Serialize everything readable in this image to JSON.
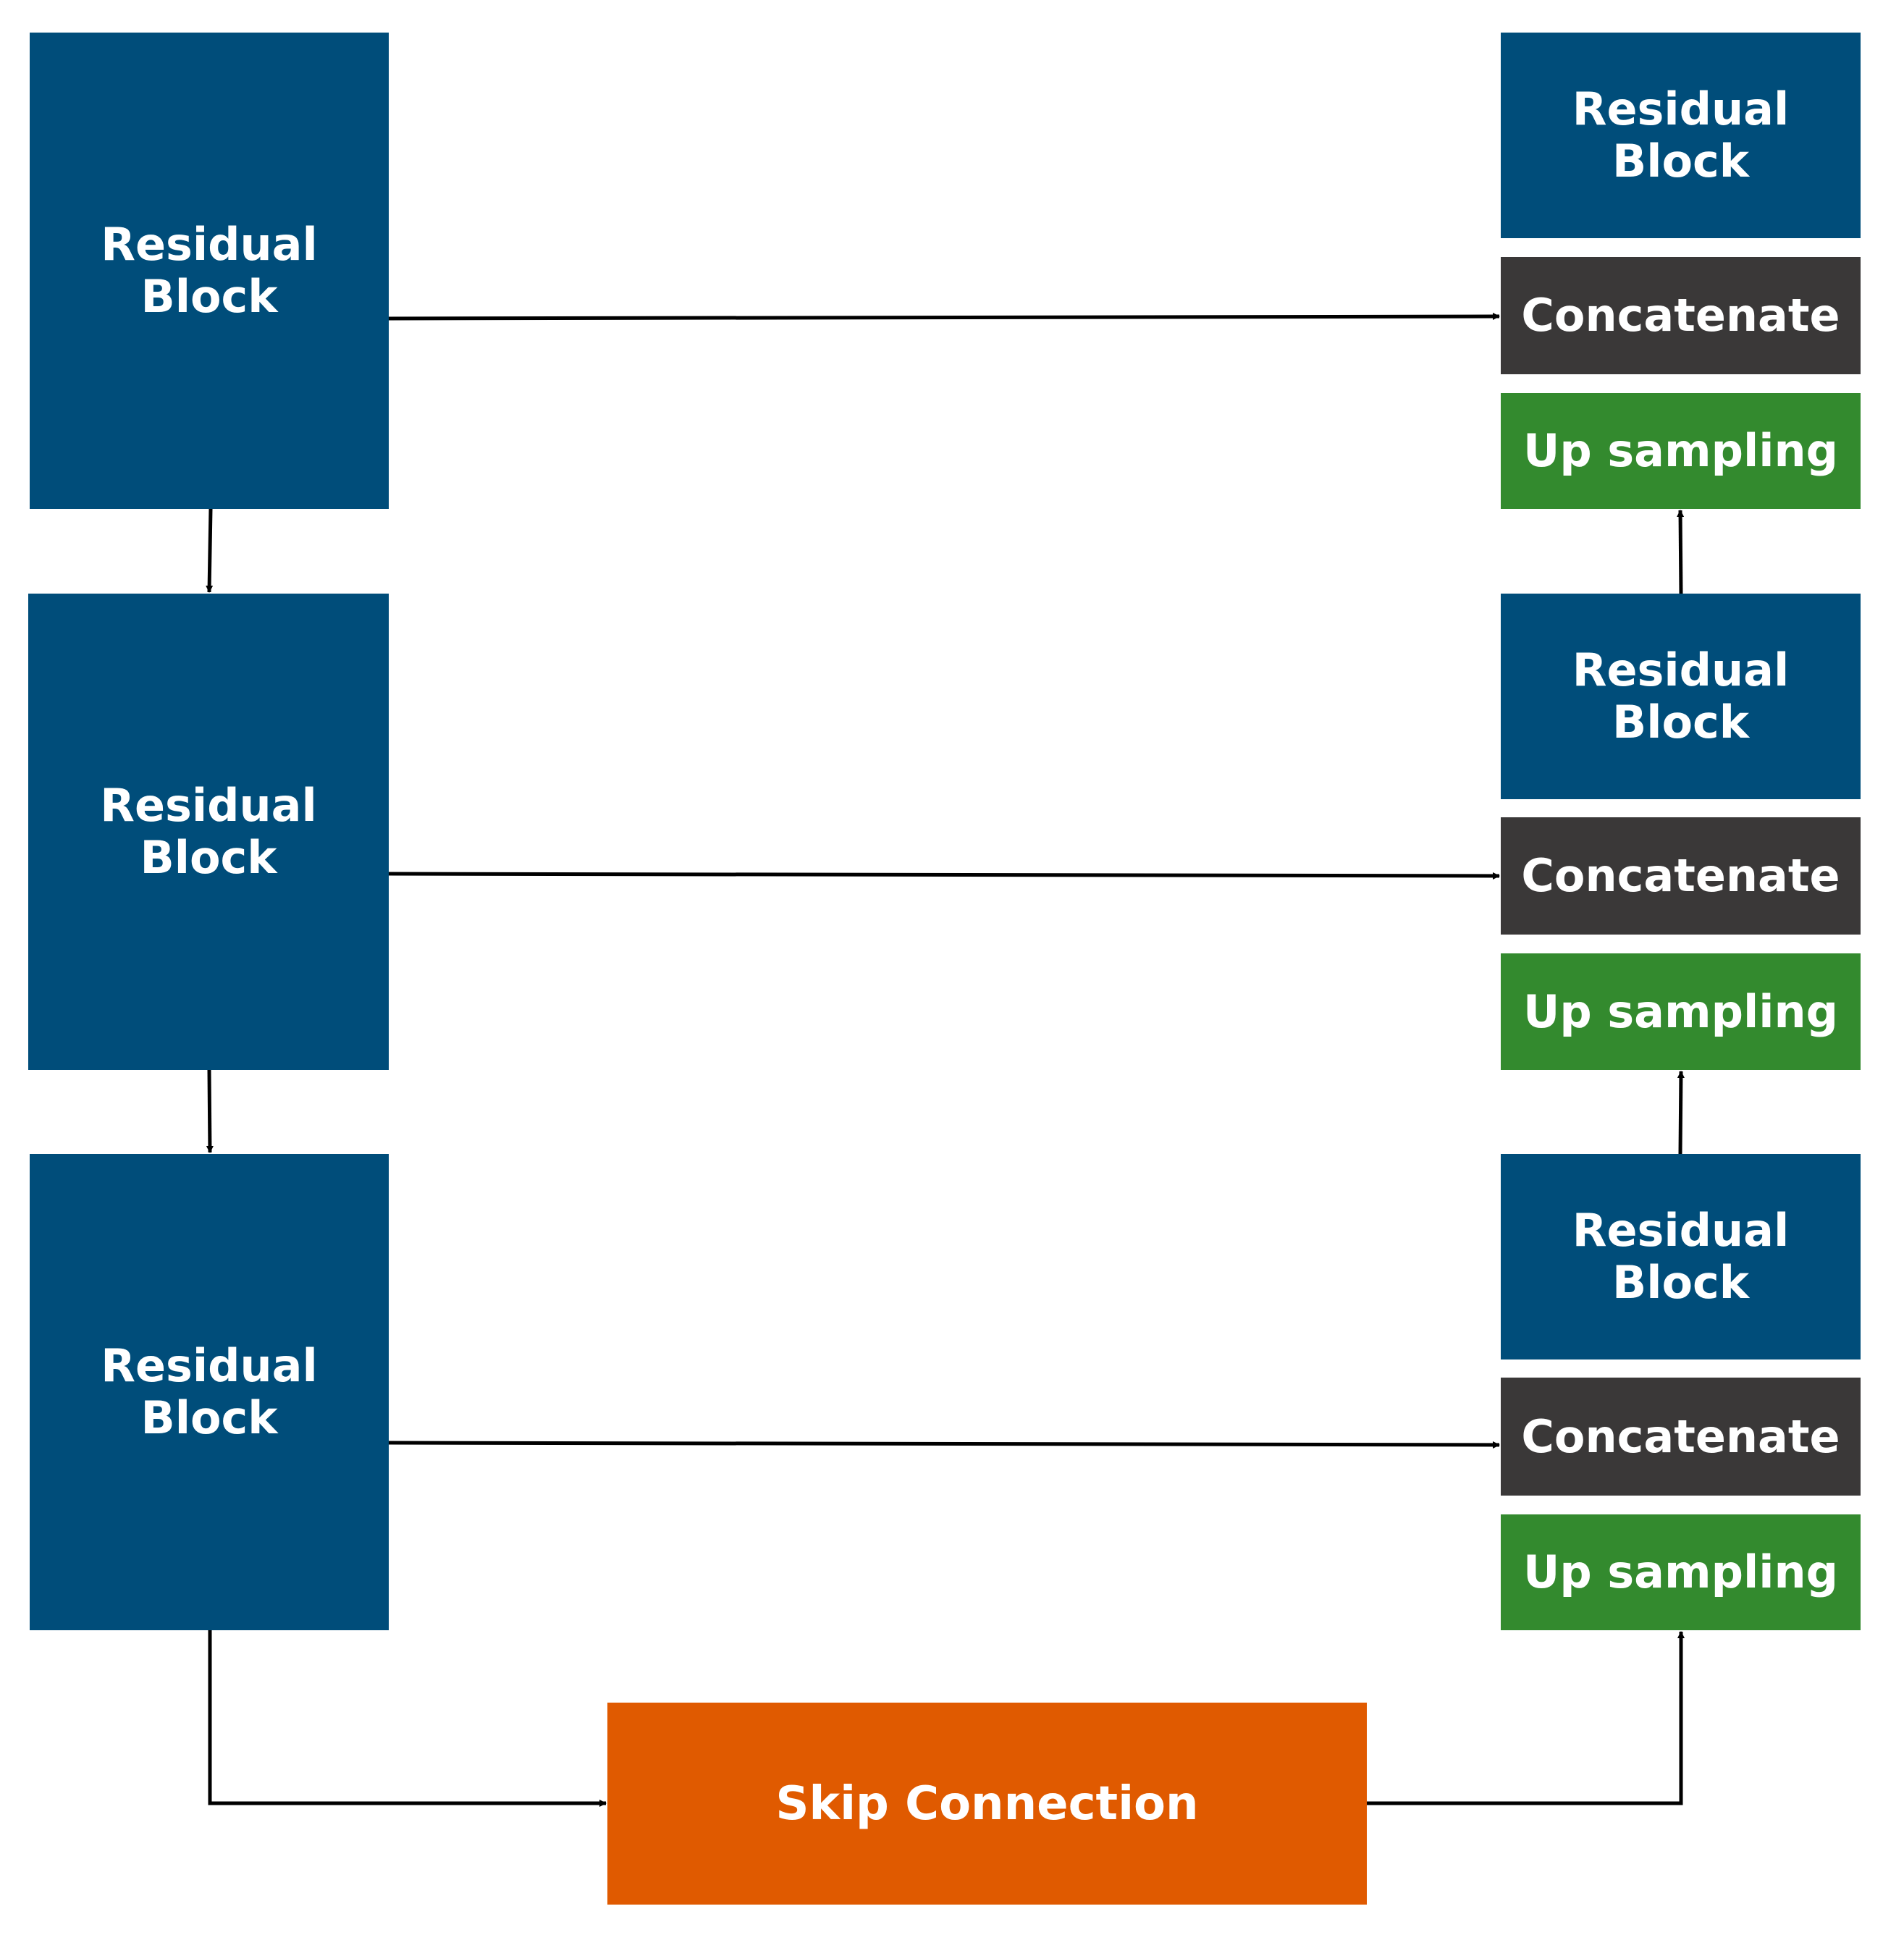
{
  "colors": {
    "residual_block": "#004d7a",
    "concatenate": "#3a3838",
    "up_sampling": "#338a2e",
    "skip_connection": "#e05a00",
    "arrow": "#000000"
  },
  "encoder": [
    {
      "label": "Residual\nBlock"
    },
    {
      "label": "Residual\nBlock"
    },
    {
      "label": "Residual\nBlock"
    }
  ],
  "decoder": [
    {
      "residual": "Residual\nBlock",
      "concat": "Concatenate",
      "upsample": "Up sampling"
    },
    {
      "residual": "Residual\nBlock",
      "concat": "Concatenate",
      "upsample": "Up sampling"
    },
    {
      "residual": "Residual\nBlock",
      "concat": "Concatenate",
      "upsample": "Up sampling"
    }
  ],
  "bottleneck": {
    "label": "Skip Connection"
  }
}
